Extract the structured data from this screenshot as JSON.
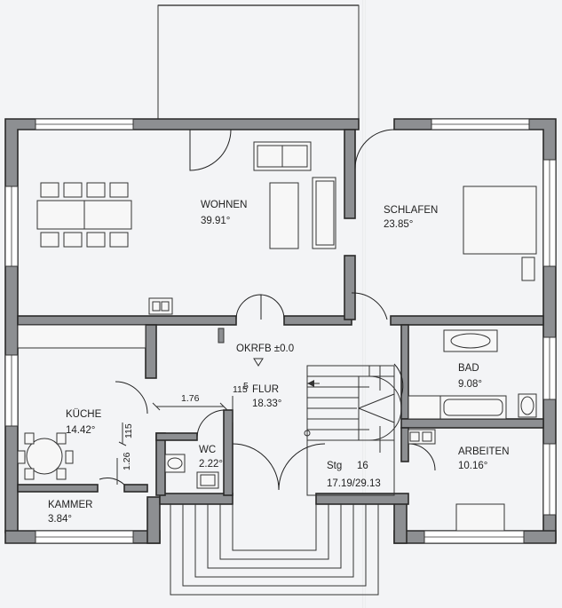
{
  "plan": {
    "rooms": [
      {
        "id": "wohnen",
        "name": "WOHNEN",
        "area": "39.91°"
      },
      {
        "id": "schlafen",
        "name": "SCHLAFEN",
        "area": "23.85°"
      },
      {
        "id": "kueche",
        "name": "KÜCHE",
        "area": "14.42°"
      },
      {
        "id": "kammer",
        "name": "KAMMER",
        "area": "3.84°"
      },
      {
        "id": "flur",
        "name": "FLUR",
        "area": "18.33°"
      },
      {
        "id": "wc",
        "name": "WC",
        "area": "2.22°"
      },
      {
        "id": "bad",
        "name": "BAD",
        "area": "9.08°"
      },
      {
        "id": "arbeiten",
        "name": "ARBEITEN",
        "area": "10.16°"
      }
    ],
    "level_mark": "OKRFB ±0.0",
    "stair": {
      "label": "Stg",
      "count": "16",
      "ratio": "17.19/29.13"
    },
    "dimensions": {
      "d_176": "1.76",
      "d_115a": "115",
      "d_115b": "115",
      "d_126": "1.26",
      "d_5": "5"
    }
  }
}
